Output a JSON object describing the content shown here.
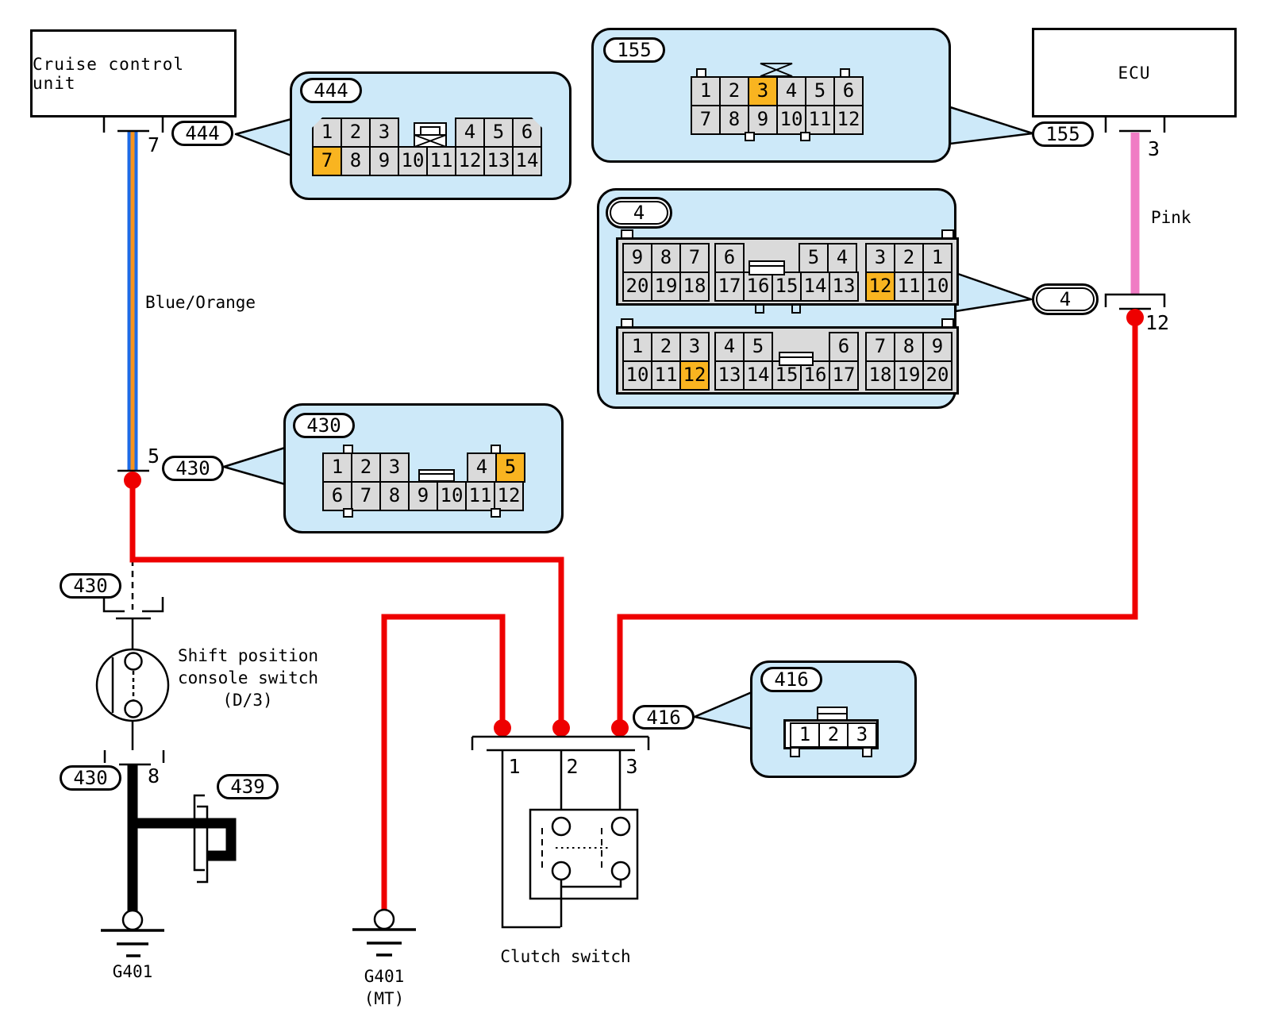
{
  "colors": {
    "bubble": "#CDE9F9",
    "cellgray": "#DADADA",
    "hl": "#F9B420",
    "red": "#EE0000",
    "pink": "#F07CC4",
    "blue": "#1E6BE6",
    "stripe": "#F7941D",
    "line": "#000000",
    "paper": "#FFFFFF"
  },
  "components": {
    "cruise_unit": "Cruise control unit",
    "ecu": "ECU",
    "shift_switch_l1": "Shift position",
    "shift_switch_l2": "console switch",
    "shift_switch_l3": "(D/3)",
    "clutch_switch": "Clutch switch",
    "ground_left": "G401",
    "ground_mt_l1": "G401",
    "ground_mt_l2": "(MT)"
  },
  "wire_labels": {
    "blue_orange": "Blue/Orange",
    "pink": "Pink"
  },
  "pins": {
    "cruise_pin7": "7",
    "cruise_pin5": "5",
    "ecu_pin3": "3",
    "ecu_pin12": "12",
    "shift_pin8": "8",
    "clutch_pin1": "1",
    "clutch_pin2": "2",
    "clutch_pin3": "3"
  },
  "ovals": {
    "wire444": "444",
    "pin5_430": "430",
    "float430": "430",
    "pin8_430": "430",
    "conn439": "439",
    "ecu155": "155",
    "ecu4": "4",
    "clutch416": "416"
  },
  "connectors": {
    "c444": {
      "label": "444",
      "row1": [
        "1",
        "2",
        "3",
        "4",
        "5",
        "6"
      ],
      "row2": [
        "7",
        "8",
        "9",
        "10",
        "11",
        "12",
        "13",
        "14"
      ],
      "highlight": [
        "7"
      ]
    },
    "c155": {
      "label": "155",
      "row1": [
        "1",
        "2",
        "3",
        "4",
        "5",
        "6"
      ],
      "row2": [
        "7",
        "8",
        "9",
        "10",
        "11",
        "12"
      ],
      "highlight": [
        "3"
      ]
    },
    "c4a": {
      "label": "4",
      "row1": [
        "9",
        "8",
        "7",
        "6",
        "5",
        "4",
        "3",
        "2",
        "1"
      ],
      "row2": [
        "20",
        "19",
        "18",
        "17",
        "16",
        "15",
        "14",
        "13",
        "12",
        "11",
        "10"
      ],
      "highlight": [
        "12"
      ]
    },
    "c4b": {
      "label": "4",
      "row1": [
        "1",
        "2",
        "3",
        "4",
        "5",
        "6",
        "7",
        "8",
        "9"
      ],
      "row2": [
        "10",
        "11",
        "12",
        "13",
        "14",
        "15",
        "16",
        "17",
        "18",
        "19",
        "20"
      ],
      "highlight": [
        "12"
      ]
    },
    "c430": {
      "label": "430",
      "row1": [
        "1",
        "2",
        "3",
        "4",
        "5"
      ],
      "row2": [
        "6",
        "7",
        "8",
        "9",
        "10",
        "11",
        "12"
      ],
      "highlight": [
        "5"
      ]
    },
    "c416": {
      "label": "416",
      "row1": [
        "1",
        "2",
        "3"
      ],
      "highlight": []
    }
  }
}
